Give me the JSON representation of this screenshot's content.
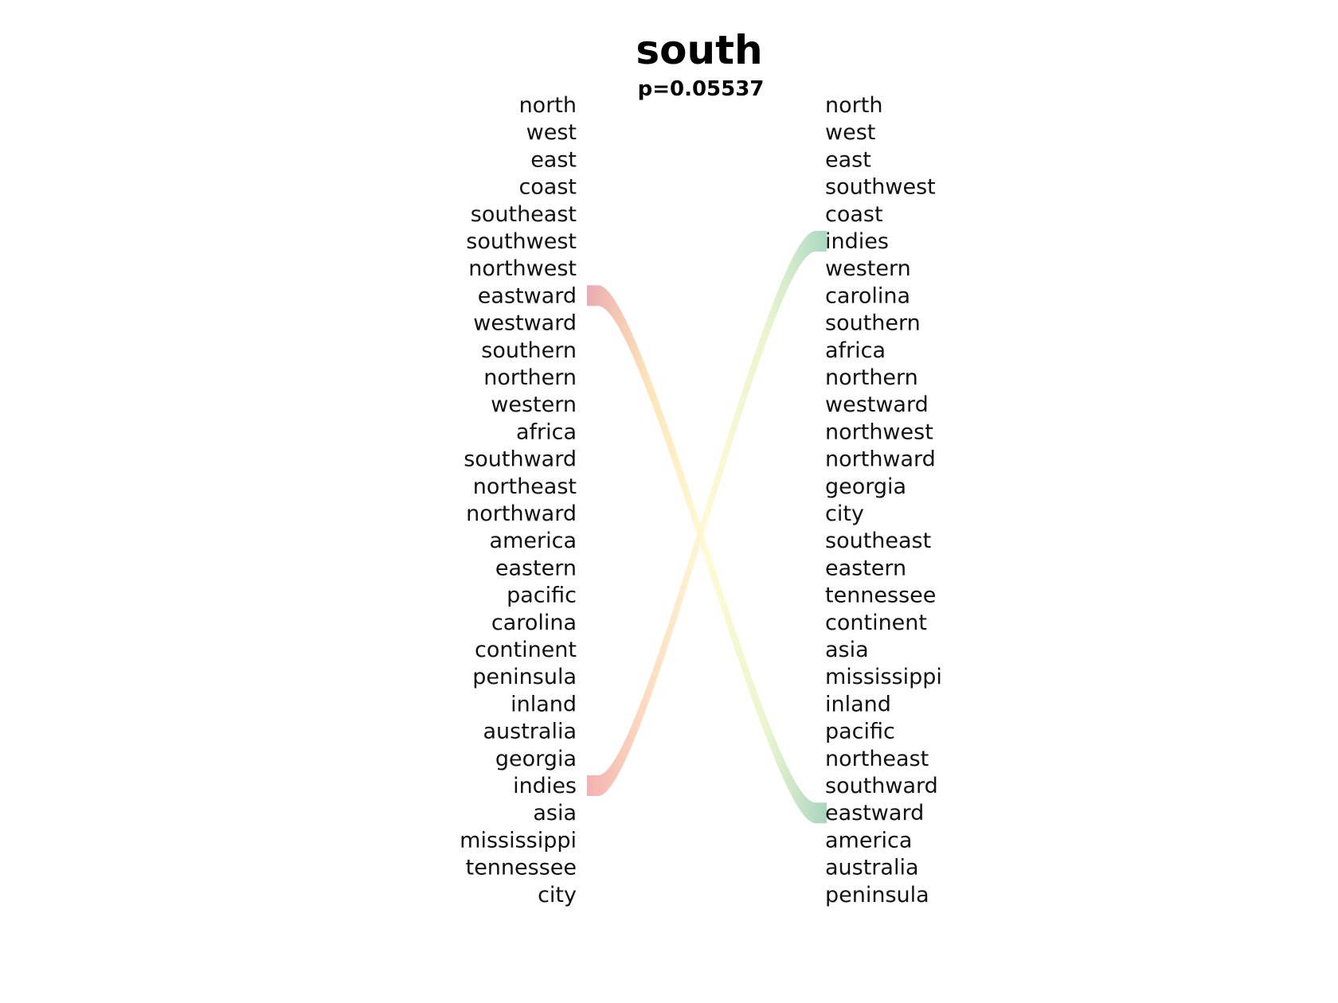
{
  "chart_data": {
    "type": "bump",
    "title": "south",
    "subtitle": "p=0.05537",
    "left_ranking": [
      "north",
      "west",
      "east",
      "coast",
      "southeast",
      "southwest",
      "northwest",
      "eastward",
      "westward",
      "southern",
      "northern",
      "western",
      "africa",
      "southward",
      "northeast",
      "northward",
      "america",
      "eastern",
      "pacific",
      "carolina",
      "continent",
      "peninsula",
      "inland",
      "australia",
      "georgia",
      "indies",
      "asia",
      "mississippi",
      "tennessee",
      "city"
    ],
    "right_ranking": [
      "north",
      "west",
      "east",
      "southwest",
      "coast",
      "indies",
      "western",
      "carolina",
      "southern",
      "africa",
      "northern",
      "westward",
      "northwest",
      "northward",
      "georgia",
      "city",
      "southeast",
      "eastern",
      "tennessee",
      "continent",
      "asia",
      "mississippi",
      "inland",
      "pacific",
      "northeast",
      "southward",
      "eastward",
      "america",
      "australia",
      "peninsula"
    ],
    "links": [
      {
        "word": "eastward",
        "left_rank": 8,
        "right_rank": 27,
        "colors": [
          "#e8a0a8",
          "#fde0b0",
          "#fffad0",
          "#e8f4c8",
          "#a0d0b8"
        ]
      },
      {
        "word": "indies",
        "left_rank": 26,
        "right_rank": 6,
        "colors": [
          "#f2a8a8",
          "#fdd8b8",
          "#fff8d0",
          "#e8f4c8",
          "#a0d4bc"
        ]
      }
    ]
  }
}
